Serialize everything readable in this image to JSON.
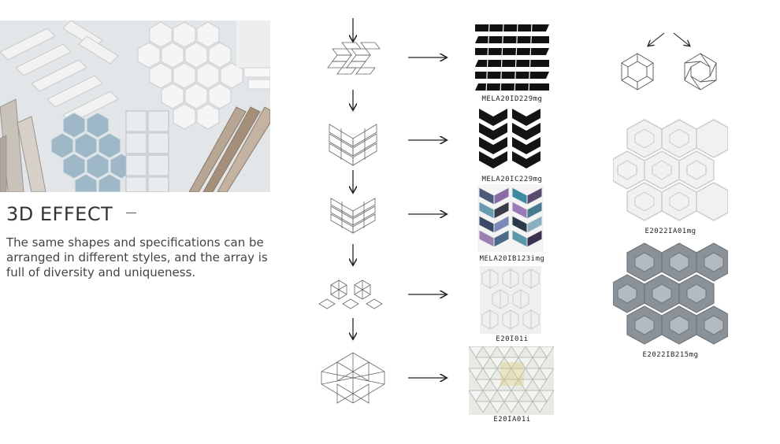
{
  "heading": "3D EFFECT",
  "description": "The same shapes and specifications can be arranged in different styles, and the array is full of diversity and uniqueness.",
  "products": [
    {
      "code": "MELA20ID229mg"
    },
    {
      "code": "MELA20IC229mg"
    },
    {
      "code": "MELA20IB123img"
    },
    {
      "code": "E20I01i"
    },
    {
      "code": "E20IA01i"
    }
  ],
  "hex_products": [
    {
      "code": "E2022IA01mg"
    },
    {
      "code": "E2022IB215mg"
    }
  ]
}
